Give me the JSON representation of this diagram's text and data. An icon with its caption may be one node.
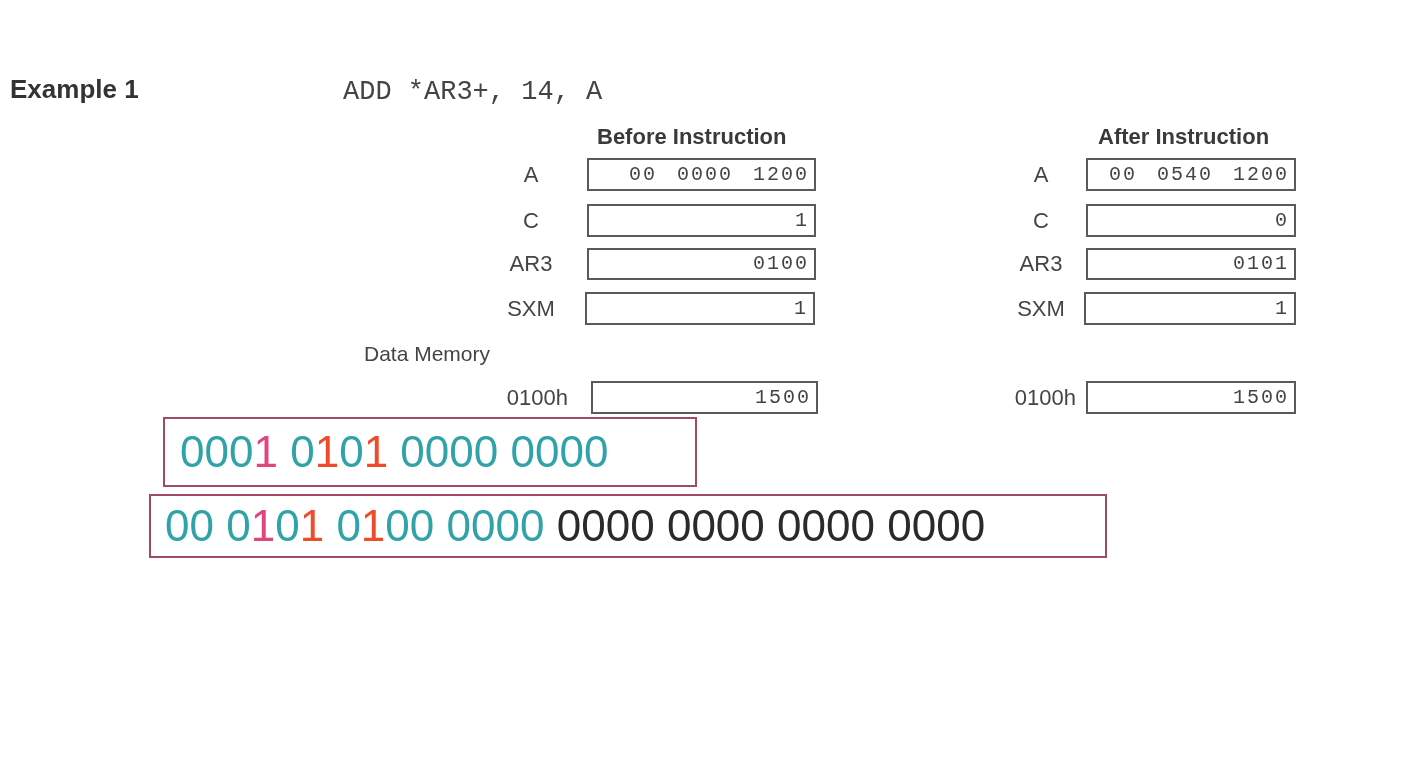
{
  "diagram": {
    "title": "Example 1",
    "nodes": [
      {
        "text": [
          "00 0000 1200"
        ],
        "beside": [
          "A"
        ]
      },
      {
        "text": [
          "00 0540 1200"
        ],
        "beside": [
          "A"
        ]
      },
      {
        "text": [
          "1"
        ],
        "beside": [
          "C"
        ]
      },
      {
        "text": [
          "0"
        ],
        "beside": [
          "C"
        ]
      },
      {
        "text": [
          "0100"
        ],
        "beside": [
          "AR3"
        ]
      },
      {
        "text": [
          "0101"
        ],
        "beside": [
          "AR3"
        ]
      },
      {
        "text": [
          "1"
        ],
        "beside": [
          "SXM"
        ]
      },
      {
        "text": [
          "1"
        ],
        "beside": [
          "SXM"
        ]
      },
      {
        "text": [
          "1500"
        ],
        "beside": [
          "0100h"
        ]
      },
      {
        "text": [
          "1500"
        ],
        "beside": [
          "0100h"
        ]
      },
      {
        "text": [
          "0001 0101 0000 0000"
        ]
      },
      {
        "text": [
          "00 0101 0100 0000 0000 0000 0000 0000"
        ]
      }
    ],
    "labels": [
      "ADD *AR3+, 14, A",
      "Before Instruction",
      "After Instruction",
      "Data Memory"
    ]
  }
}
